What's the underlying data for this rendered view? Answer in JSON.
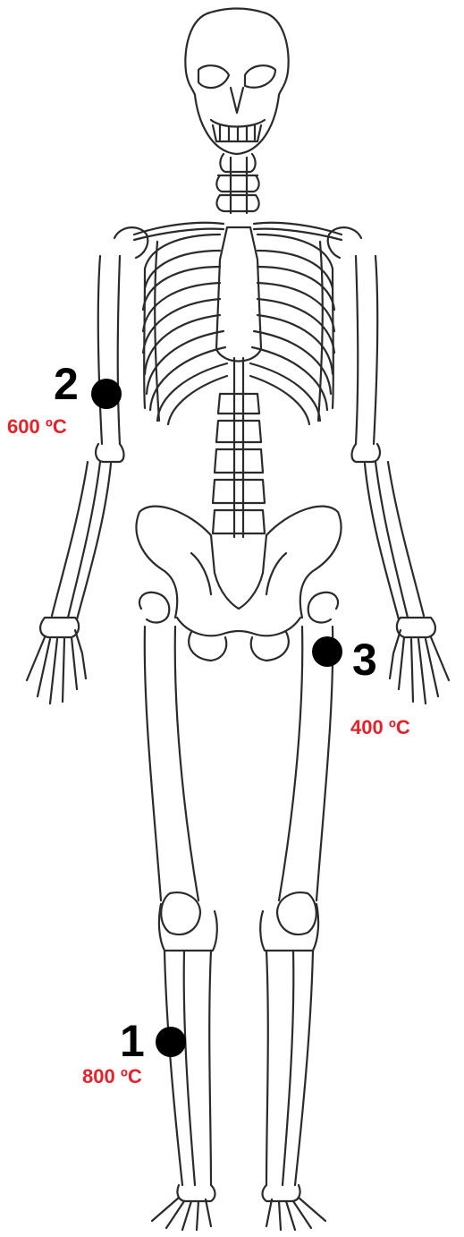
{
  "markers": [
    {
      "number": "1",
      "temperature": "800 ºC"
    },
    {
      "number": "2",
      "temperature": "600 ºC"
    },
    {
      "number": "3",
      "temperature": "400 ºC"
    }
  ],
  "colors": {
    "temperature": "#e8202a",
    "marker": "#000000",
    "bone_outline": "#2b2b2b"
  }
}
